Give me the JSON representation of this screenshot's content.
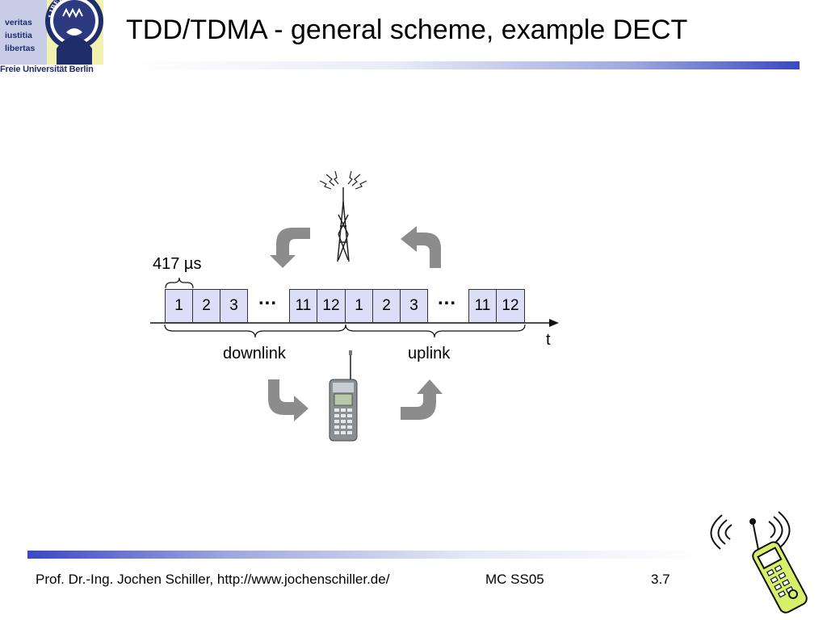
{
  "logo": {
    "motto": [
      "veritas",
      "iustitia",
      "libertas"
    ],
    "seal_text": "LIBERTAS",
    "university": "Freie Universität Berlin"
  },
  "slide": {
    "title": "TDD/TDMA - general scheme, example DECT"
  },
  "diagram": {
    "slot_duration": "417 µs",
    "downlink_slots": [
      "1",
      "2",
      "3",
      "11",
      "12"
    ],
    "uplink_slots": [
      "1",
      "2",
      "3",
      "11",
      "12"
    ],
    "ellipsis": "...",
    "time_axis_label": "t",
    "downlink_label": "downlink",
    "uplink_label": "uplink",
    "icons": [
      "base-station-antenna-icon",
      "mobile-handset-icon",
      "curved-arrow-icon",
      "phone-clipart-icon"
    ],
    "colors": {
      "slot_fill": "#dcddf6",
      "arrow": "#8c8c8c"
    }
  },
  "footer": {
    "author": "Prof. Dr.-Ing. Jochen Schiller, http://www.jochenschiller.de/",
    "course": "MC SS05",
    "page": "3.7"
  }
}
